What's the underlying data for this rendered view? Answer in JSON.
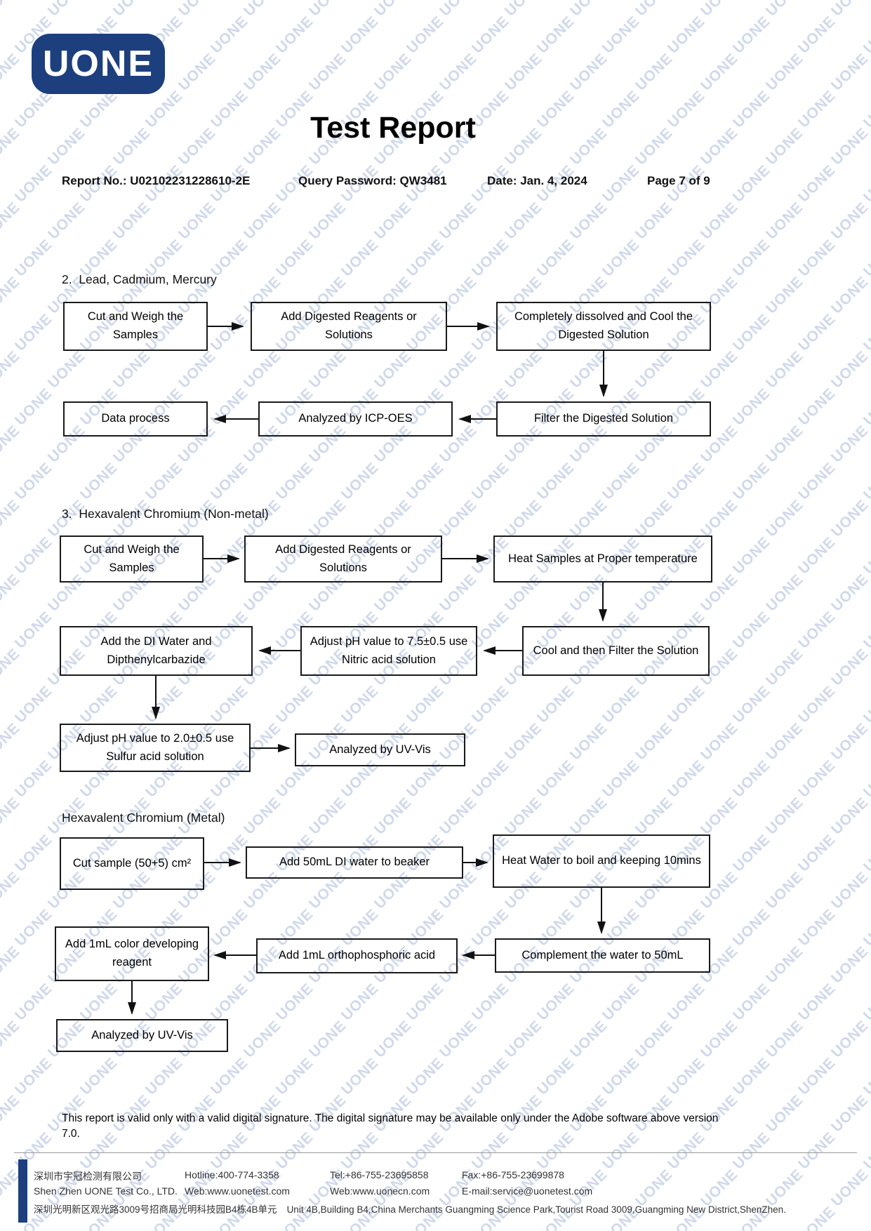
{
  "page": {
    "logo_text": "UONE",
    "title": "Test Report",
    "meta": {
      "report_no": "Report No.: U02102231228610-2E",
      "query_password": "Query Password: QW3481",
      "date": "Date: Jan. 4, 2024",
      "page_no": "Page 7 of 9"
    }
  },
  "watermark": {
    "text": "UONE"
  },
  "colors": {
    "brand_blue": "#1d3f7d",
    "watermark_blue": "#8099cc",
    "box_border": "#1a1a1a"
  },
  "flow": {
    "s2": {
      "heading": "2.  Lead, Cadmium, Mercury",
      "b1": "Cut and Weigh the Samples",
      "b2": "Add Digested Reagents or Solutions",
      "b3": "Completely dissolved and Cool the Digested Solution",
      "b4": "Data process",
      "b5": "Analyzed by ICP-OES",
      "b6": "Filter the Digested Solution"
    },
    "s3": {
      "heading": "3.  Hexavalent Chromium (Non-metal)",
      "b1": "Cut and Weigh the Samples",
      "b2": "Add Digested Reagents or Solutions",
      "b3": "Heat Samples at Proper temperature",
      "b4": "Add the DI Water and Dipthenylcarbazide",
      "b5": "Adjust pH value to 7.5±0.5 use Nitric acid solution",
      "b6": "Cool and then Filter the Solution",
      "b7": "Adjust pH value to 2.0±0.5 use Sulfur acid solution",
      "b8": "Analyzed by UV-Vis"
    },
    "metal": {
      "heading": "Hexavalent Chromium (Metal)",
      "b1": "Cut sample (50+5) cm²",
      "b2": "Add 50mL DI water to beaker",
      "b3": "Heat Water to boil and keeping 10mins",
      "b4": "Complement the water to 50mL",
      "b5": "Add 1mL orthophosphoric acid",
      "b6": "Add 1mL color developing reagent",
      "b7": "Analyzed by UV-Vis"
    }
  },
  "disclaimer": "This report is valid only with a valid digital signature. The digital signature may be available only under the Adobe software above version 7.0.",
  "footer": {
    "company_cn": "深圳市宇冠检测有限公司",
    "company_en": "Shen Zhen UONE Test Co., LTD.",
    "hotline": "Hotline:400-774-3358",
    "web1": "Web:www.uonetest.com",
    "tel": "Tel:+86-755-23695858",
    "web2": "Web:www.uonecn.com",
    "fax": "Fax:+86-755-23699878",
    "email": "E-mail:service@uonetest.com",
    "address_cn": "深圳光明新区观光路3009号招商局光明科技园B4栋4B单元",
    "address_en": "Unit 4B,Building B4,China Merchants Guangming Science Park,Tourist Road 3009,Guangming New District,ShenZhen."
  }
}
